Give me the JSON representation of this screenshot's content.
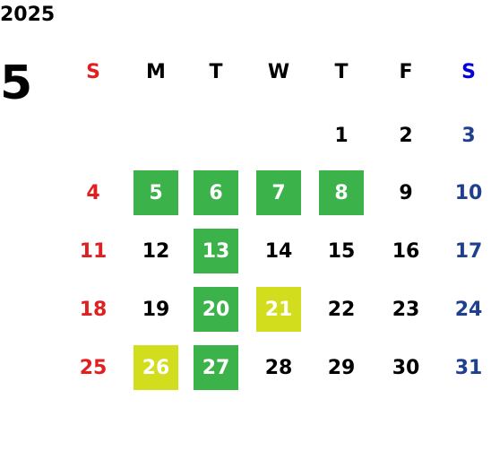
{
  "year": "2025",
  "month": "5",
  "weekday_headers": [
    "S",
    "M",
    "T",
    "W",
    "T",
    "F",
    "S"
  ],
  "colors": {
    "sunday": "#e02020",
    "saturday": "#1f3f8f",
    "saturday_header": "#0000dd",
    "highlight_green": "#3cb24a",
    "highlight_yellow": "#d2dd1e"
  },
  "weeks": [
    [
      null,
      null,
      null,
      null,
      {
        "day": "1"
      },
      {
        "day": "2"
      },
      {
        "day": "3"
      }
    ],
    [
      {
        "day": "4"
      },
      {
        "day": "5",
        "highlight": "green"
      },
      {
        "day": "6",
        "highlight": "green"
      },
      {
        "day": "7",
        "highlight": "green"
      },
      {
        "day": "8",
        "highlight": "green"
      },
      {
        "day": "9"
      },
      {
        "day": "10"
      }
    ],
    [
      {
        "day": "11"
      },
      {
        "day": "12"
      },
      {
        "day": "13",
        "highlight": "green"
      },
      {
        "day": "14"
      },
      {
        "day": "15"
      },
      {
        "day": "16"
      },
      {
        "day": "17"
      }
    ],
    [
      {
        "day": "18"
      },
      {
        "day": "19"
      },
      {
        "day": "20",
        "highlight": "green"
      },
      {
        "day": "21",
        "highlight": "yellow"
      },
      {
        "day": "22"
      },
      {
        "day": "23"
      },
      {
        "day": "24"
      }
    ],
    [
      {
        "day": "25"
      },
      {
        "day": "26",
        "highlight": "yellow"
      },
      {
        "day": "27",
        "highlight": "green"
      },
      {
        "day": "28"
      },
      {
        "day": "29"
      },
      {
        "day": "30"
      },
      {
        "day": "31"
      }
    ]
  ]
}
